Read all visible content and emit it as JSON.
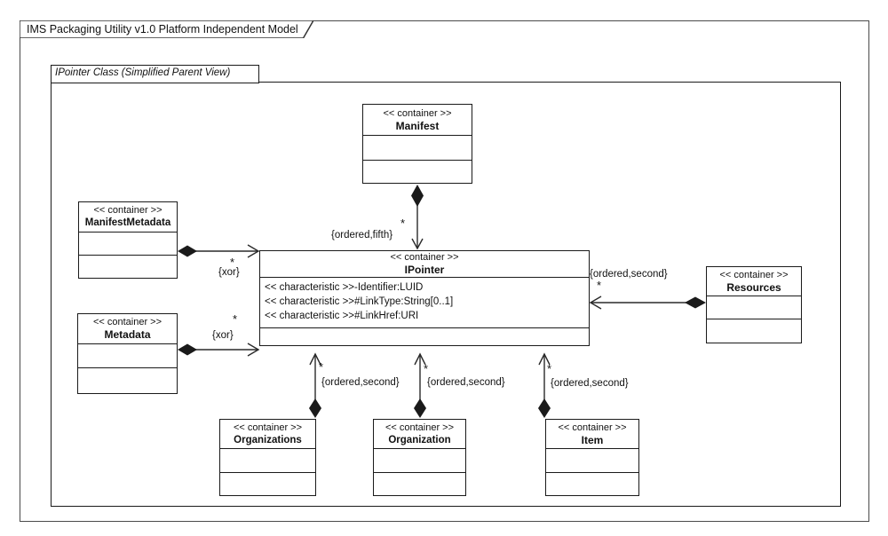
{
  "frame": {
    "title": "IMS Packaging Utility v1.0 Platform Independent Model",
    "inner_title": "IPointer Class (Simplified Parent View)"
  },
  "classes": {
    "manifest": {
      "stereotype": "<< container >>",
      "name": "Manifest"
    },
    "manifest_metadata": {
      "stereotype": "<< container >>",
      "name": "ManifestMetadata"
    },
    "metadata": {
      "stereotype": "<< container >>",
      "name": "Metadata"
    },
    "ipointer": {
      "stereotype": "<< container >>",
      "name": "IPointer",
      "attributes": [
        "<< characteristic >>-Identifier:LUID",
        "<< characteristic >>#LinkType:String[0..1]",
        "<< characteristic >>#LinkHref:URI"
      ]
    },
    "resources": {
      "stereotype": "<< container >>",
      "name": "Resources"
    },
    "organizations": {
      "stereotype": "<< container >>",
      "name": "Organizations"
    },
    "organization": {
      "stereotype": "<< container >>",
      "name": "Organization"
    },
    "item": {
      "stereotype": "<< container >>",
      "name": "Item"
    }
  },
  "edges": {
    "manifest_to_ipointer": {
      "multiplicity": "*",
      "constraint": "{ordered,fifth}"
    },
    "manifestmetadata_to_ipointer": {
      "multiplicity": "*",
      "constraint": "{xor}"
    },
    "metadata_to_ipointer": {
      "multiplicity": "*",
      "constraint": "{xor}"
    },
    "resources_to_ipointer": {
      "multiplicity": "*",
      "constraint": "{ordered,second}"
    },
    "organizations_to_ipointer": {
      "multiplicity": "*",
      "constraint": "{ordered,second}"
    },
    "organization_to_ipointer": {
      "multiplicity": "*",
      "constraint": "{ordered,second}"
    },
    "item_to_ipointer": {
      "multiplicity": "*",
      "constraint": "{ordered,second}"
    }
  },
  "colors": {
    "line": "#2a2a2a",
    "frame_outer": "#4a4a4a",
    "frame_inner": "#1a1a1a",
    "background": "#ffffff"
  }
}
